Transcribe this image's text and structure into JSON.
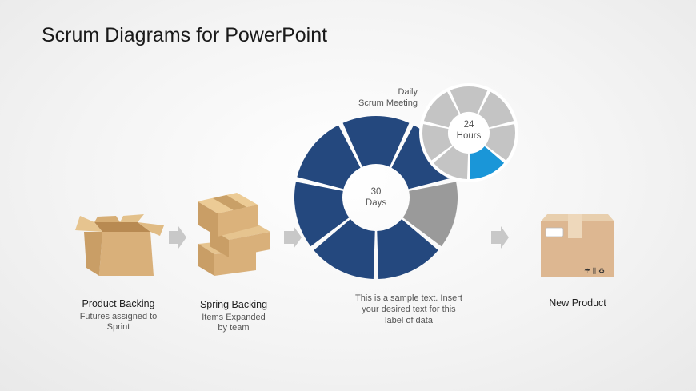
{
  "title": "Scrum Diagrams for PowerPoint",
  "steps": [
    {
      "title": "Product Backing",
      "sub_line1": "Futures assigned to",
      "sub_line2": "Sprint"
    },
    {
      "title": "Spring Backing",
      "sub_line1": "Items Expanded",
      "sub_line2": "by team"
    },
    {
      "title": "New Product"
    }
  ],
  "big_cycle": {
    "line1": "30",
    "line2": "Days",
    "segments": 7,
    "highlighted_segment": "gray"
  },
  "small_cycle": {
    "line1": "24",
    "line2": "Hours",
    "segments": 7,
    "highlighted_segment": "blue"
  },
  "daily_label": {
    "line1": "Daily",
    "line2": "Scrum Meeting"
  },
  "sample_text": {
    "line1": "This  is a sample  text.  Insert",
    "line2": "your desired text  for this",
    "line3": "label  of data"
  },
  "colors": {
    "navy": "#24487e",
    "gray_segment": "#9a9a9a",
    "light_segment": "#c4c4c4",
    "accent_blue": "#1a96d8",
    "box_tan": "#dcb57c",
    "arrow": "#c8c8c8"
  }
}
